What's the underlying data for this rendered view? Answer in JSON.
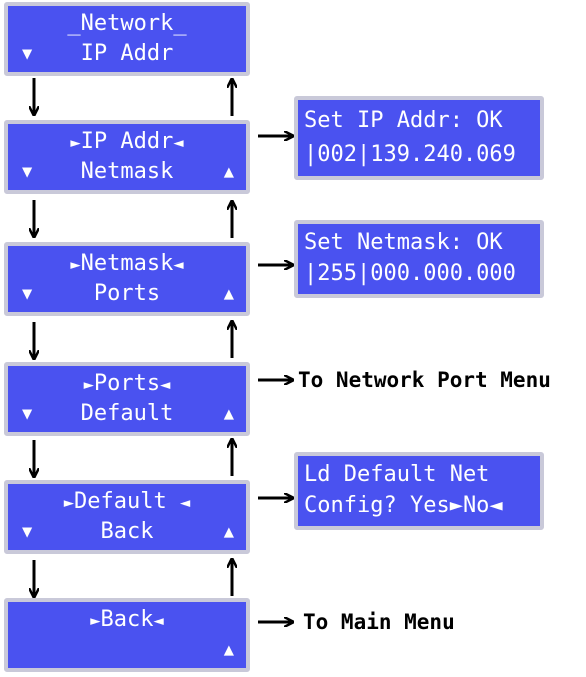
{
  "screens": {
    "network": {
      "line1": "_Network_",
      "line2": "IP Addr",
      "down": "▼"
    },
    "ipaddr": {
      "left": "►",
      "text": "IP Addr",
      "right": "◄",
      "line2": "Netmask",
      "down": "▼",
      "up": "▲"
    },
    "netmask": {
      "left": "►",
      "text": "Netmask",
      "right": "◄",
      "line2": "Ports",
      "down": "▼",
      "up": "▲"
    },
    "ports": {
      "left": "►",
      "text": "Ports",
      "right": "◄",
      "line2": "Default",
      "down": "▼",
      "up": "▲"
    },
    "default": {
      "left": "►",
      "text": "Default",
      "right": "◄",
      "line2": "Back",
      "down": "▼",
      "up": "▲"
    },
    "back": {
      "left": "►",
      "text": "Back",
      "right": "◄",
      "up": "▲"
    }
  },
  "results": {
    "ip": {
      "line1": "Set IP Addr: OK",
      "line2": "|002|139.240.069"
    },
    "netmask": {
      "line1": "Set Netmask: OK",
      "line2": "|255|000.000.000"
    },
    "ports": {
      "text": "To Network Port Menu"
    },
    "default": {
      "line1": "Ld Default Net",
      "line2": "Config? Yes►No◄"
    },
    "back": {
      "text": "To Main Menu"
    }
  },
  "colors": {
    "lcd_background": "#4a52f0",
    "lcd_border": "#c9c9d9",
    "lcd_text": "#ffffff",
    "arrow": "#000000"
  }
}
